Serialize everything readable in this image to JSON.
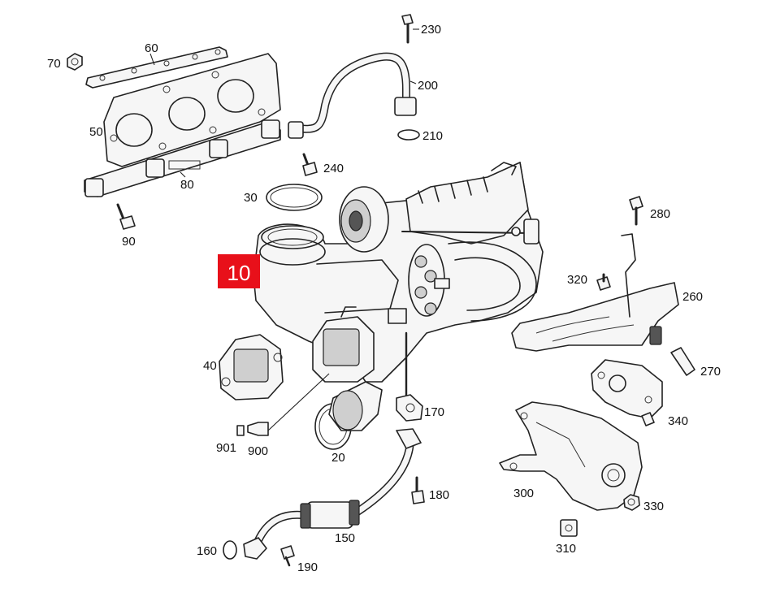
{
  "diagram": {
    "highlight_label": "10",
    "highlight_color": "#e8101a",
    "callouts": {
      "p20": "20",
      "p30": "30",
      "p40": "40",
      "p50": "50",
      "p60": "60",
      "p70": "70",
      "p80": "80",
      "p90": "90",
      "p150": "150",
      "p160": "160",
      "p170": "170",
      "p180": "180",
      "p190": "190",
      "p200": "200",
      "p210": "210",
      "p230": "230",
      "p240": "240",
      "p260": "260",
      "p270": "270",
      "p280": "280",
      "p300": "300",
      "p310": "310",
      "p320": "320",
      "p330": "330",
      "p340": "340",
      "p900": "900",
      "p901": "901"
    }
  }
}
